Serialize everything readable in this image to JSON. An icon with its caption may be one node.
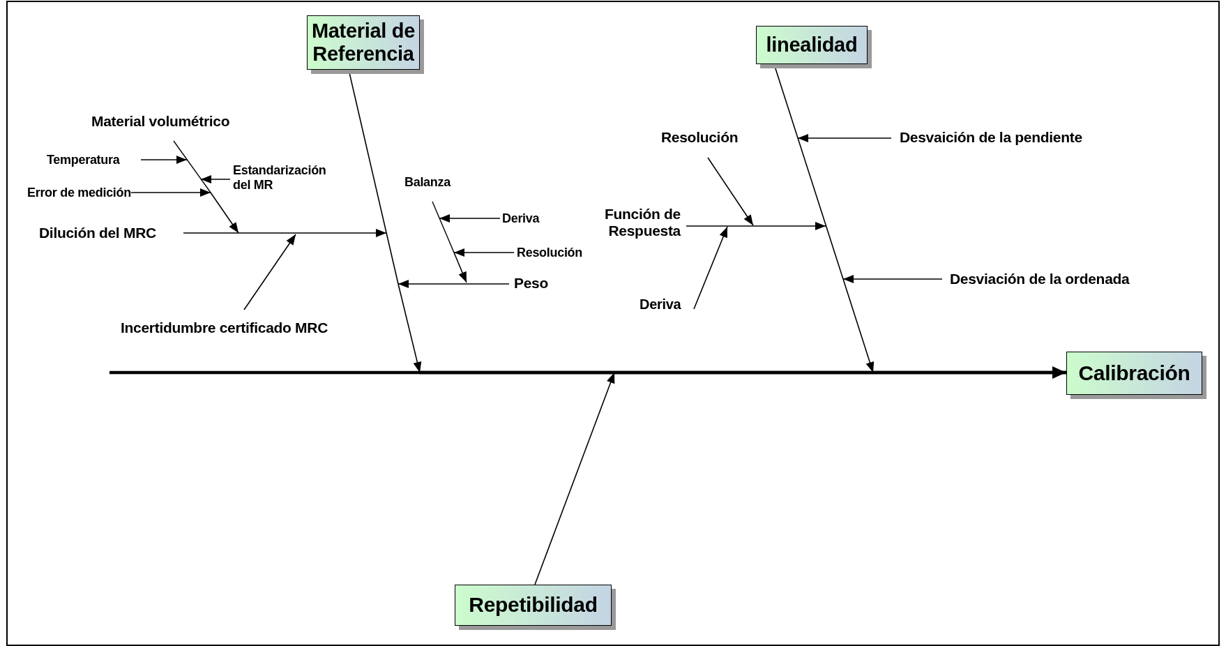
{
  "diagram": {
    "nodes": [
      {
        "text": [
          "Material de Referencia"
        ]
      },
      {
        "text": [
          "linealidad"
        ]
      },
      {
        "text": [
          "Material volumétrico"
        ]
      },
      {
        "text": [
          "Resolución"
        ]
      },
      {
        "text": [
          "Desvaición de la pendiente"
        ]
      },
      {
        "text": [
          "Temperatura"
        ]
      },
      {
        "text": [
          "Estandarización del MR"
        ]
      },
      {
        "text": [
          "Balanza"
        ]
      },
      {
        "text": [
          "Error de medición"
        ]
      },
      {
        "text": [
          "Función de Respuesta"
        ]
      },
      {
        "text": [
          "Deriva"
        ]
      },
      {
        "text": [
          "Dilución del MRC"
        ]
      },
      {
        "text": [
          "Resolución"
        ]
      },
      {
        "text": [
          "Desviación de la ordenada"
        ]
      },
      {
        "text": [
          "Peso"
        ]
      },
      {
        "text": [
          "Deriva"
        ]
      },
      {
        "text": [
          "Incertidumbre certificado MRC"
        ]
      },
      {
        "text": [
          "Calibración"
        ]
      },
      {
        "text": [
          "Repetibilidad"
        ]
      }
    ],
    "edges": [
      {
        "from": 5,
        "to": 2,
        "arrow": "to"
      },
      {
        "from": 6,
        "to": 2,
        "arrow": "to"
      },
      {
        "from": 8,
        "to": 2,
        "arrow": "to"
      },
      {
        "from": 2,
        "to": 11,
        "arrow": "to"
      },
      {
        "from": 16,
        "to": 11,
        "arrow": "to"
      },
      {
        "from": 11,
        "to": 0,
        "arrow": "to"
      },
      {
        "from": 10,
        "to": 7,
        "arrow": "to"
      },
      {
        "from": 12,
        "to": 7,
        "arrow": "to"
      },
      {
        "from": 7,
        "to": 14,
        "arrow": "to"
      },
      {
        "from": 14,
        "to": 0,
        "arrow": "to"
      },
      {
        "from": 4,
        "to": 1,
        "arrow": "to"
      },
      {
        "from": 3,
        "to": 9,
        "arrow": "to"
      },
      {
        "from": 15,
        "to": 9,
        "arrow": "to"
      },
      {
        "from": 9,
        "to": 1,
        "arrow": "to"
      },
      {
        "from": 13,
        "to": 1,
        "arrow": "to"
      },
      {
        "from": 0,
        "to": 17,
        "arrow": "to"
      },
      {
        "from": 1,
        "to": 17,
        "arrow": "to"
      },
      {
        "from": 18,
        "to": 17,
        "arrow": "to"
      },
      {
        "from": null,
        "to": 17,
        "arrow": "to",
        "style": "thick"
      }
    ]
  }
}
